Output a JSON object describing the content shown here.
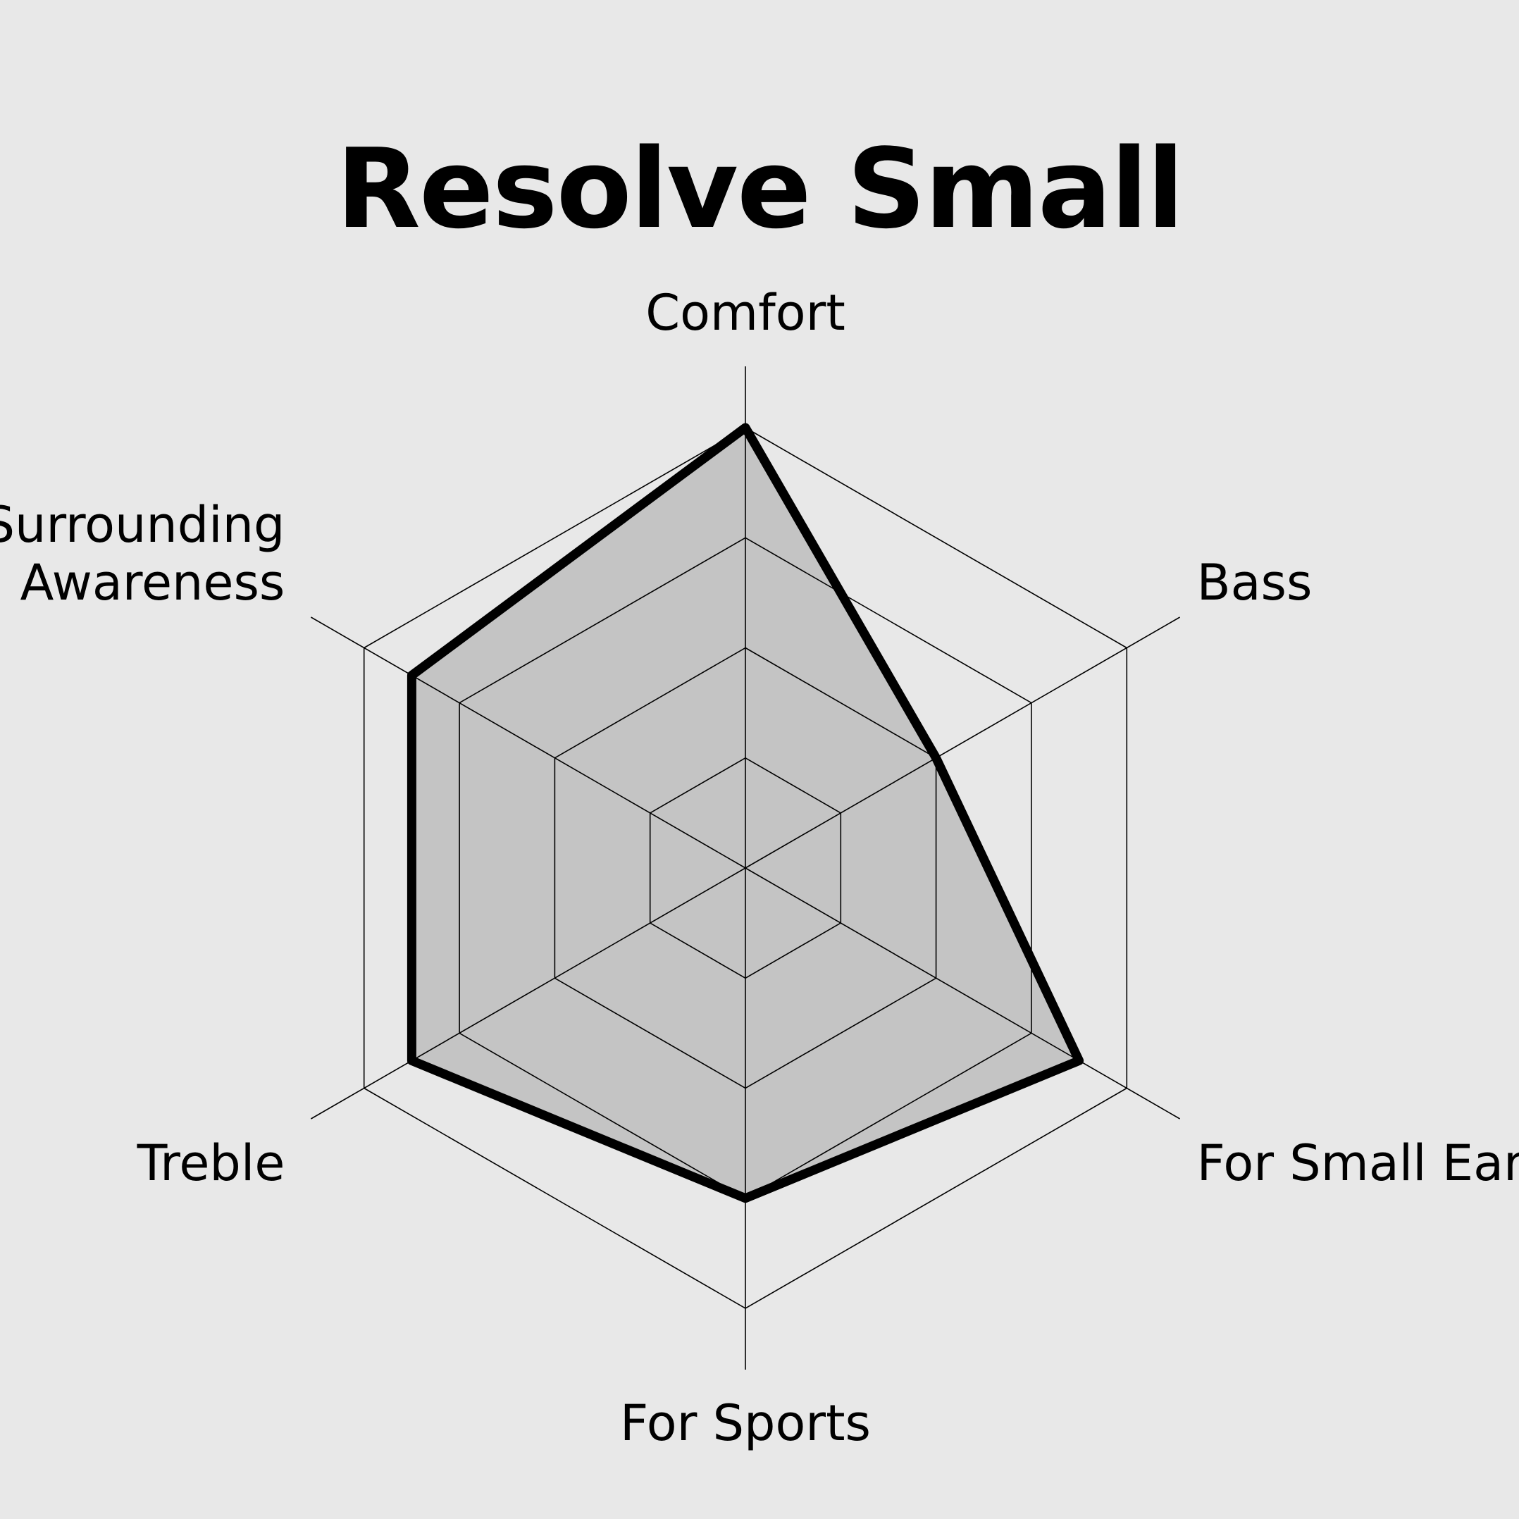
{
  "chart_data": {
    "type": "radar",
    "title": "Resolve Small",
    "axes": [
      {
        "label": [
          "Comfort"
        ]
      },
      {
        "label": [
          "Bass"
        ]
      },
      {
        "label": [
          "For Small Ears"
        ]
      },
      {
        "label": [
          "For Sports"
        ]
      },
      {
        "label": [
          "Treble"
        ]
      },
      {
        "label": [
          "Surrounding",
          "Awareness"
        ]
      }
    ],
    "series": [
      {
        "values": [
          4.0,
          2.0,
          3.5,
          3.0,
          3.5,
          3.5
        ]
      }
    ],
    "rmax": 4,
    "grid_levels": [
      1,
      2,
      3,
      4
    ],
    "colors": {
      "fill": "#c4c4c4",
      "stroke": "#000000",
      "grid": "#000000",
      "background": "#e8e8e8"
    }
  }
}
